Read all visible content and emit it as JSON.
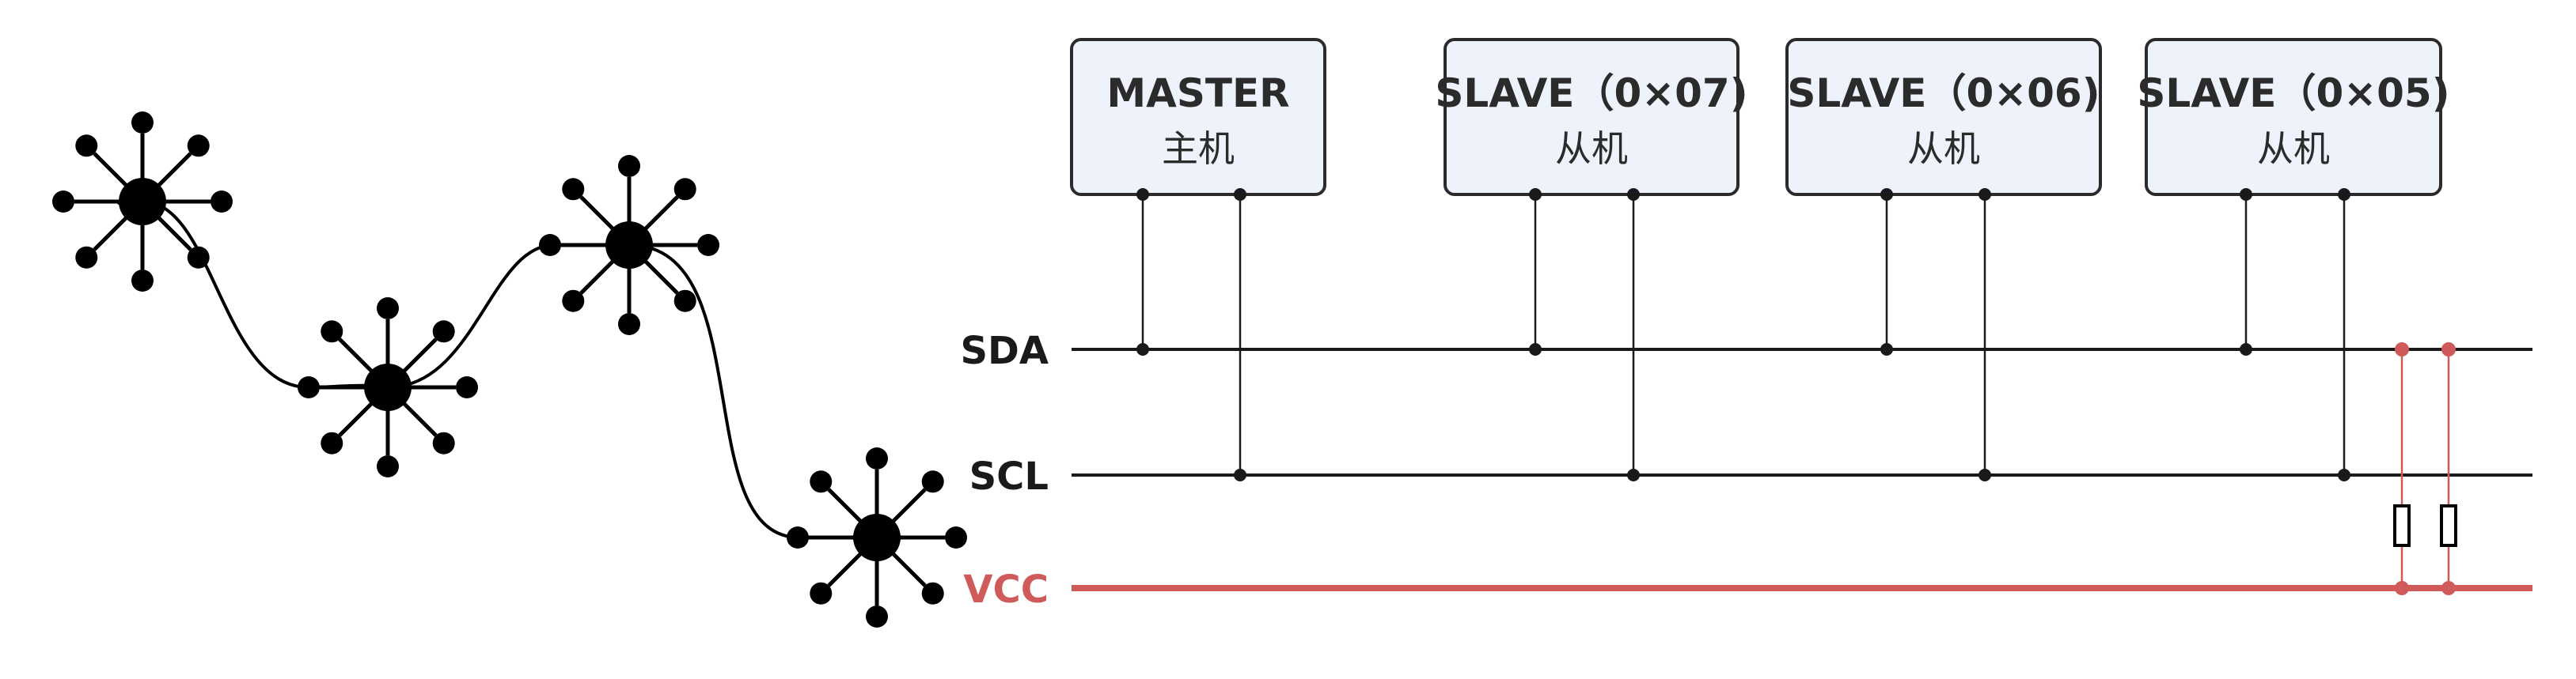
{
  "colors": {
    "vcc": "#d05a5a",
    "bus": "#1a1a1a",
    "box_fill": "#eef3fb",
    "box_stroke": "#2b2b2b"
  },
  "devices": [
    {
      "id": "master",
      "title": "MASTER",
      "subtitle": "主机"
    },
    {
      "id": "slave-07",
      "title": "SLAVE（0×07)",
      "subtitle": "从机"
    },
    {
      "id": "slave-06",
      "title": "SLAVE（0×06)",
      "subtitle": "从机"
    },
    {
      "id": "slave-05",
      "title": "SLAVE（0×05)",
      "subtitle": "从机"
    }
  ],
  "buses": {
    "sda": "SDA",
    "scl": "SCL",
    "vcc": "VCC"
  },
  "network_nodes": 4
}
